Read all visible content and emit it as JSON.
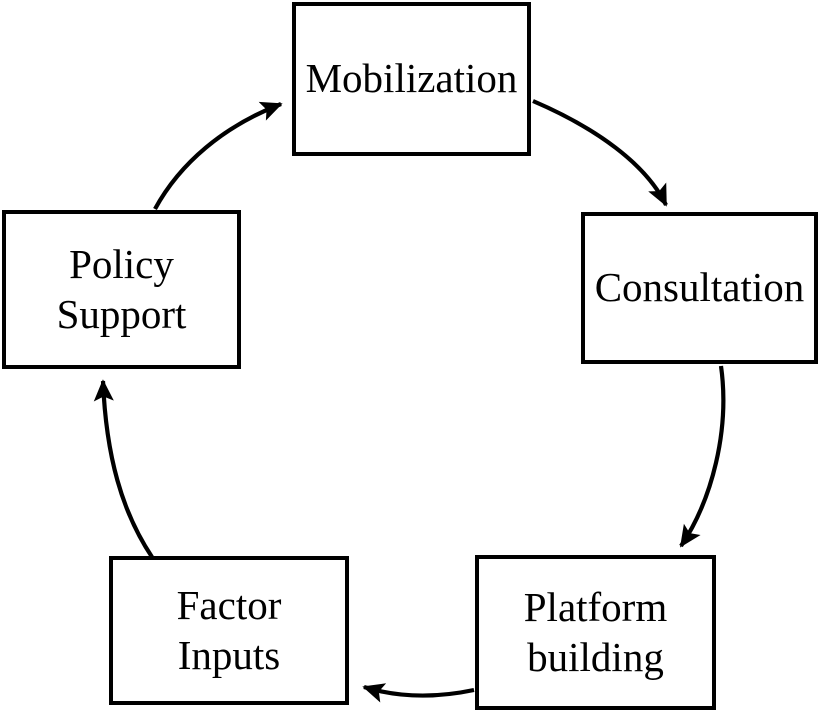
{
  "diagram": {
    "type": "cyclic-process-flow",
    "direction": "clockwise",
    "background_color": "#ffffff",
    "line_color": "#000000",
    "text_color": "#000000",
    "nodes": [
      {
        "id": "mobilization",
        "label": "Mobilization",
        "order": 1
      },
      {
        "id": "consultation",
        "label": "Consultation",
        "order": 2
      },
      {
        "id": "platform",
        "label": "Platform\nbuilding",
        "order": 3
      },
      {
        "id": "factor",
        "label": "Factor\nInputs",
        "order": 4
      },
      {
        "id": "policy",
        "label": "Policy\nSupport",
        "order": 5
      }
    ],
    "edges": [
      {
        "id": "edge-mobilization-consultation",
        "from": "mobilization",
        "to": "consultation",
        "style": "curved-arrow"
      },
      {
        "id": "edge-consultation-platform",
        "from": "consultation",
        "to": "platform",
        "style": "curved-arrow"
      },
      {
        "id": "edge-platform-factor",
        "from": "platform",
        "to": "factor",
        "style": "curved-arrow"
      },
      {
        "id": "edge-factor-policy",
        "from": "factor",
        "to": "policy",
        "style": "curved-arrow"
      },
      {
        "id": "edge-policy-mobilization",
        "from": "policy",
        "to": "mobilization",
        "style": "curved-arrow"
      }
    ]
  }
}
